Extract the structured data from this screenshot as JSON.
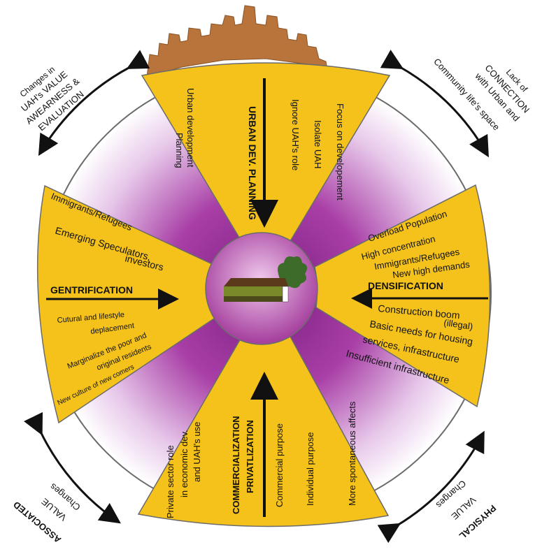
{
  "colors": {
    "sector_fill": "#F4C21B",
    "outline": "#6b6b6b",
    "center_fill": "#b14aa8",
    "purple_dark": "#8c2f8e",
    "skyline": "#b8743a",
    "arrow": "#111111"
  },
  "sectors": {
    "top": {
      "heading": "URBAN DEV. PLANNING",
      "left_lines": [
        "Urban development",
        "Planning"
      ],
      "right_lines": [
        "Focus on developement",
        "Isolate UAH",
        "Ignore UAH's role"
      ]
    },
    "left": {
      "heading": "GENTRIFICATION",
      "upper_lines": [
        "Immigrants/Refugees",
        "Emerging Speculators,",
        "investors"
      ],
      "lower_lines": [
        "Cutural and lifestyle",
        "deplacement",
        "Marginalize the poor and",
        "original residents",
        "New culture of new comers"
      ]
    },
    "right": {
      "heading": "DENSIFICATION",
      "upper_lines": [
        "Overload Population",
        "High concentration",
        "Immigrants/Refugees",
        "New high demands"
      ],
      "lower_lines": [
        "Construction boom",
        "(illegal)",
        "Basic needs for housing",
        "services, infrastructure",
        "Insufficient infrastructure"
      ]
    },
    "bottom": {
      "heading_1": "COMMERCIALIZATION",
      "heading_2": "PRIVATLIZATION",
      "left_lines": [
        "Private sector role",
        "in economic dev.",
        "and UAH's use"
      ],
      "right_lines": [
        "Commercial purpose",
        "Individual purpose",
        "More spontaneous affects"
      ]
    }
  },
  "outer_labels": {
    "top_left": [
      "Changes in",
      "UAH's VALUE",
      "AWEARNESS &",
      "EVALUATION"
    ],
    "top_right": [
      "Lack of",
      "CONNECTION",
      "with Urban and",
      "Community life's space"
    ],
    "bottom_left": [
      "ASSOCIATED",
      "VALUE",
      "Changes"
    ],
    "bottom_right": [
      "PHYSICAL",
      "VALUE",
      "Changes"
    ]
  },
  "icons": [
    "city-skyline-icon",
    "house-tree-icon",
    "double-arrow-icon",
    "single-arrow-icon"
  ]
}
